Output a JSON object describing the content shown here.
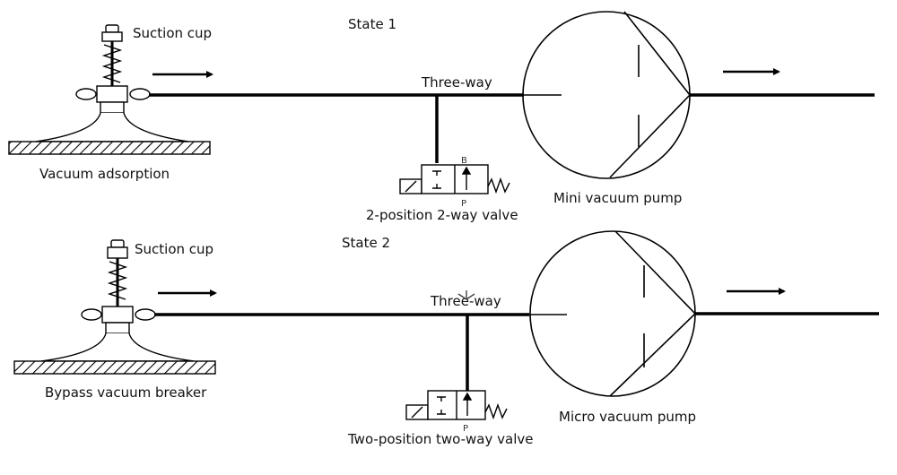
{
  "states": [
    {
      "state_label": "State 1",
      "cup_label": "Suction cup",
      "junction_label": "Three-way",
      "pump_label": "Mini vacuum pump",
      "mode_label": "Vacuum adsorption",
      "valve_label": "2-position 2-way valve",
      "valve_port_top": "B",
      "valve_port_bottom": "P"
    },
    {
      "state_label": "State 2",
      "cup_label": "Suction cup",
      "junction_label": "Three-way",
      "pump_label": "Micro vacuum pump",
      "mode_label": "Bypass vacuum breaker",
      "valve_label": "Two-position two-way valve",
      "valve_port_top": "",
      "valve_port_bottom": "P"
    }
  ],
  "colors": {
    "line": "#000000",
    "hatch": "#000000",
    "background": "#ffffff"
  }
}
